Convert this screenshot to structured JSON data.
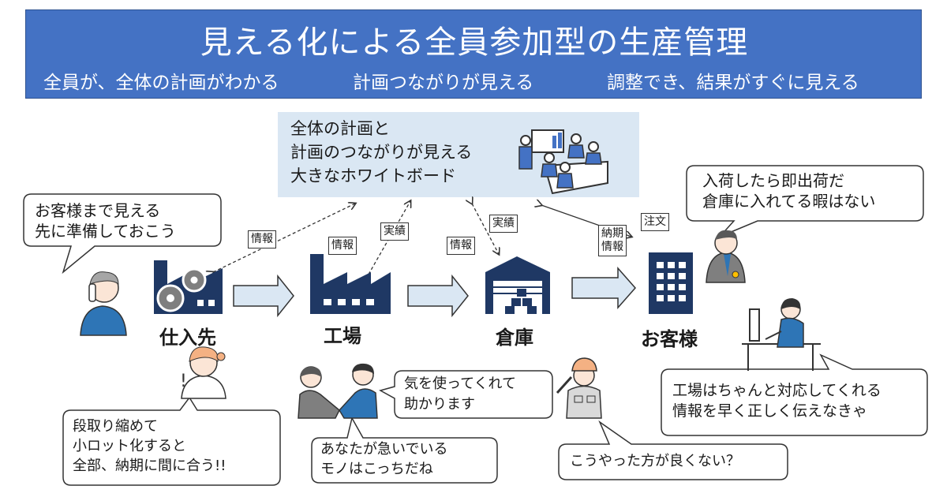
{
  "header": {
    "title": "見える化による全員参加型の生産管理",
    "subtitles": [
      "全員が、全体の計画がわかる",
      "計画つながりが見える",
      "調整でき、結果がすぐに見える"
    ]
  },
  "whiteboard": {
    "lines": [
      "全体の計画と",
      "計画のつながりが見える",
      "大きなホワイトボード"
    ]
  },
  "nodes": {
    "supplier": "仕入先",
    "factory": "工場",
    "warehouse": "倉庫",
    "customer": "お客様"
  },
  "tags": {
    "info_supplier": "情報",
    "info_factory": "情報",
    "results_factory": "実績",
    "info_warehouse": "情報",
    "results_warehouse": "実績",
    "delivery_info_1": "納期",
    "delivery_info_2": "情報",
    "order": "注文"
  },
  "bubbles": {
    "supplier_call": [
      "お客様まで見える",
      "先に準備しておこう"
    ],
    "customer_boss": [
      "入荷したら即出荷だ",
      "倉庫に入れてる暇はない"
    ],
    "customer_pc": [
      "工場はちゃんと対応してくれる",
      "情報を早く正しく伝えなきゃ"
    ],
    "worker_woman": [
      "段取り縮めて",
      "小ロット化すると",
      "全部、納期に間に合う!!"
    ],
    "handshake_right": [
      "気を使ってくれて",
      "助かります"
    ],
    "handshake_left": [
      "あなたが急いでいる",
      "モノはこっちだね"
    ],
    "helmet_worker": [
      "こうやった方が良くない？"
    ]
  }
}
